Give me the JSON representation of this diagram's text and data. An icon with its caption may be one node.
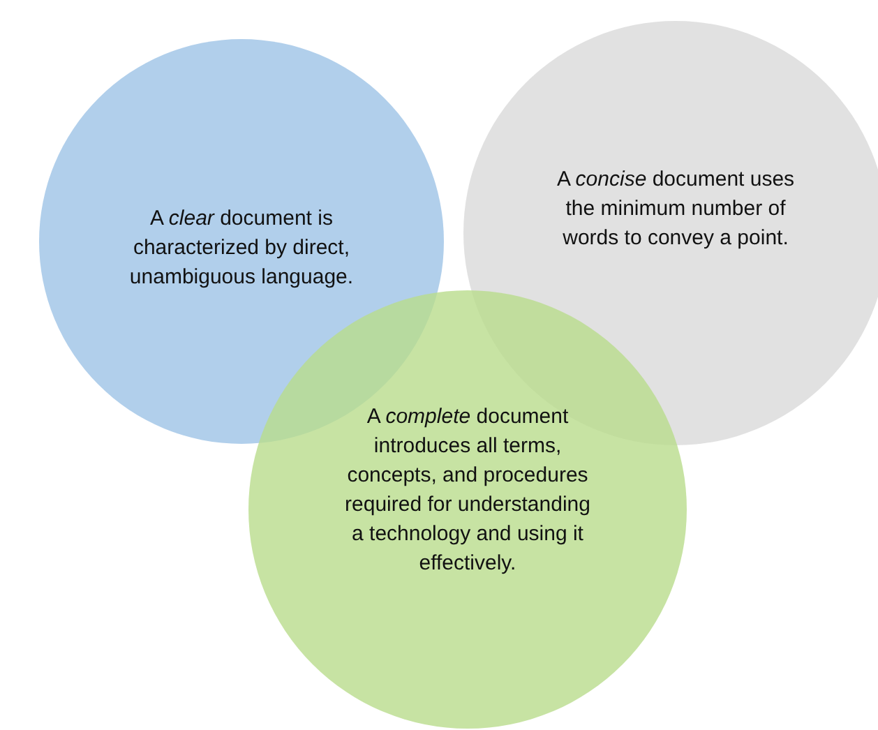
{
  "diagram": {
    "nodes": [
      {
        "text": [
          "A *clear* document is characterized by direct, unambiguous language."
        ]
      },
      {
        "text": [
          "A *concise* document uses the minimum number of words to convey a point."
        ]
      },
      {
        "text": [
          "A *complete* document introduces all terms, concepts, and procedures required for understanding a technology and using it effectively."
        ]
      }
    ]
  }
}
